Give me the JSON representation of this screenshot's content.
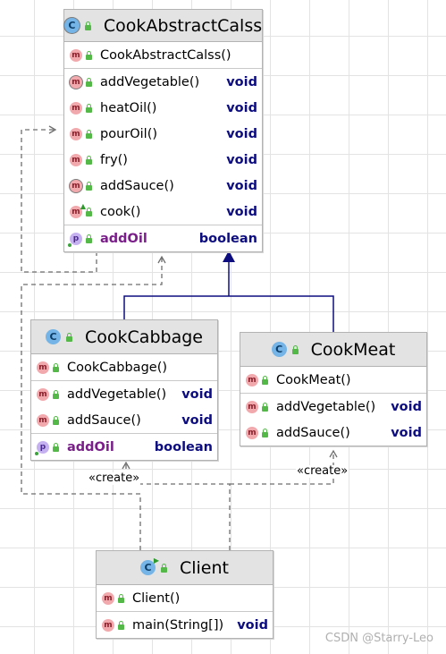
{
  "diagram": {
    "classes": {
      "abstract": {
        "name": "CookAbstractCalss",
        "constructor": "CookAbstractCalss()",
        "methods": [
          {
            "name": "addVegetable()",
            "type": "void"
          },
          {
            "name": "heatOil()",
            "type": "void"
          },
          {
            "name": "pourOil()",
            "type": "void"
          },
          {
            "name": "fry()",
            "type": "void"
          },
          {
            "name": "addSauce()",
            "type": "void"
          },
          {
            "name": "cook()",
            "type": "void"
          }
        ],
        "field": {
          "name": "addOil",
          "type": "boolean"
        }
      },
      "cabbage": {
        "name": "CookCabbage",
        "constructor": "CookCabbage()",
        "methods": [
          {
            "name": "addVegetable()",
            "type": "void"
          },
          {
            "name": "addSauce()",
            "type": "void"
          }
        ],
        "field": {
          "name": "addOil",
          "type": "boolean"
        }
      },
      "meat": {
        "name": "CookMeat",
        "constructor": "CookMeat()",
        "methods": [
          {
            "name": "addVegetable()",
            "type": "void"
          },
          {
            "name": "addSauce()",
            "type": "void"
          }
        ]
      },
      "client": {
        "name": "Client",
        "constructor": "Client()",
        "methods": [
          {
            "name": "main(String[])",
            "type": "void"
          }
        ]
      }
    },
    "stereotype_create_left": "«create»",
    "stereotype_create_right": "«create»"
  },
  "icons": {
    "class": "class-icon",
    "method": "method-icon",
    "property": "property-icon",
    "public": "public-lock-icon"
  },
  "colors": {
    "header_bg": "#e3e3e3",
    "type_color": "#0d0d80",
    "field_color": "#7a1f8a",
    "inheritance_line": "#0d0d80",
    "dependency_line": "#6e6e6e"
  },
  "watermark": "CSDN @Starry-Leo"
}
